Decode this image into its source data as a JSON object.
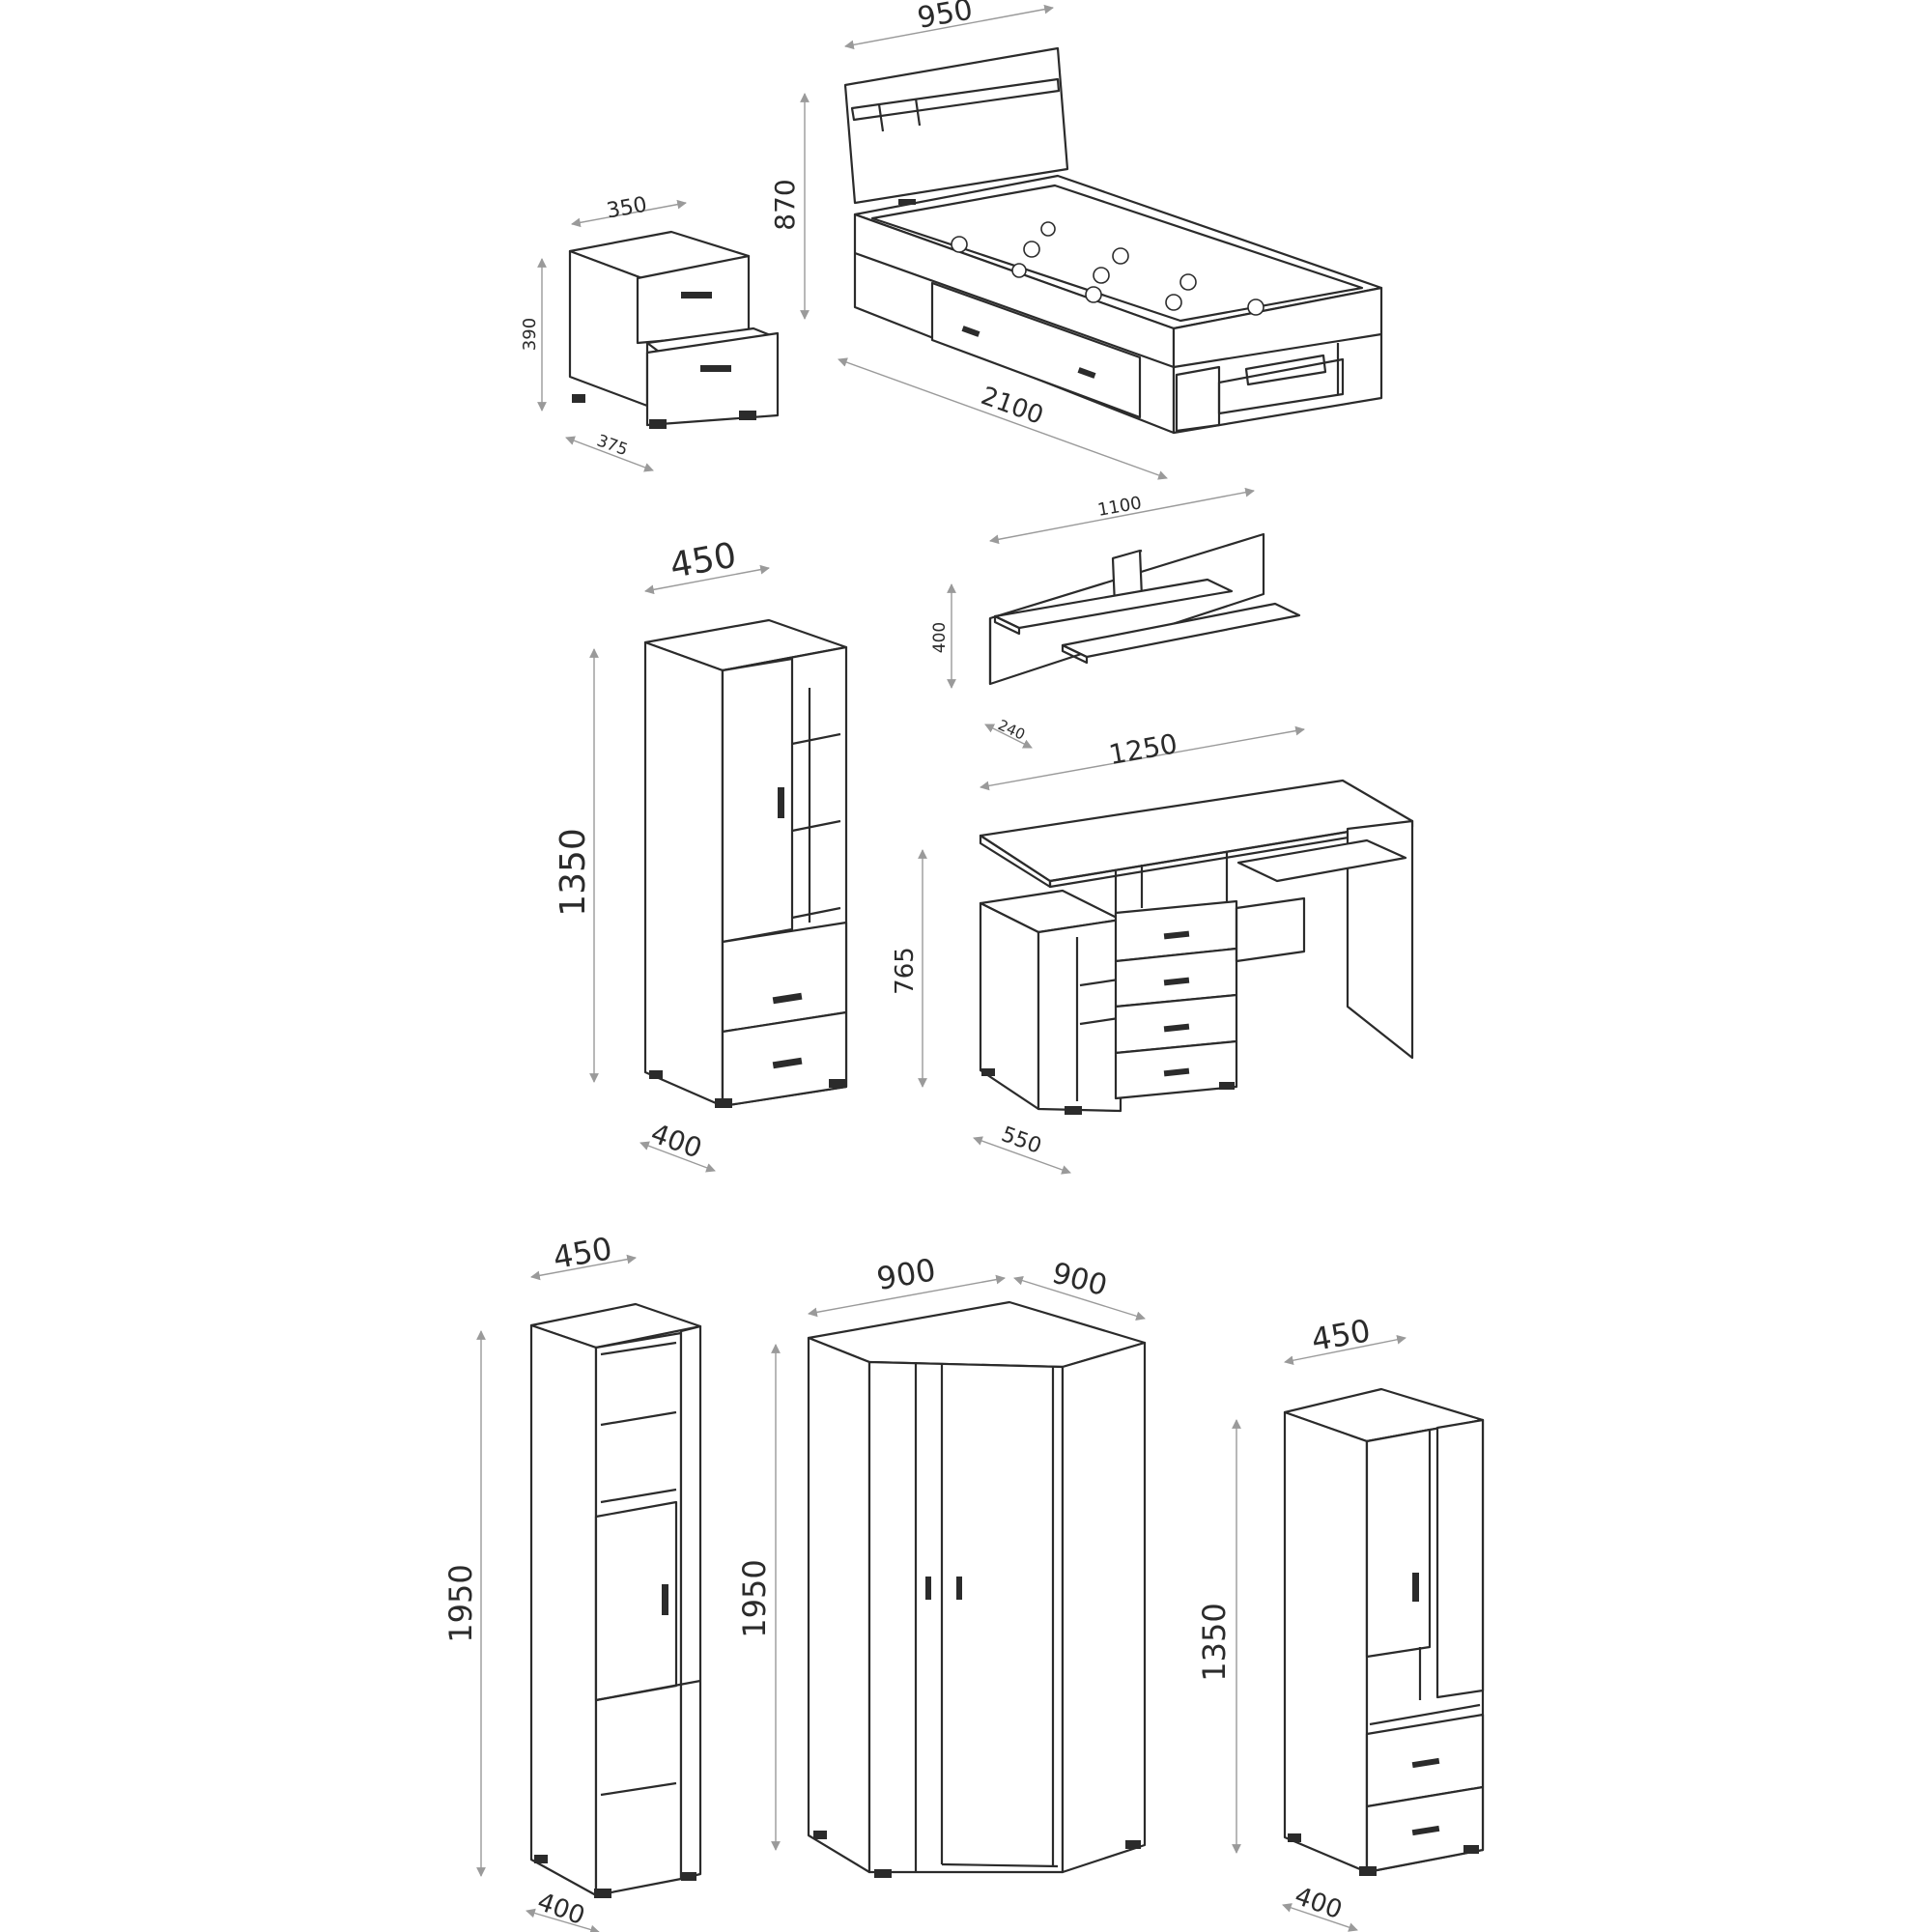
{
  "colors": {
    "line": "#2b2b2b",
    "dimension_line": "#9a9a9a",
    "background": "#ffffff"
  },
  "nightstand": {
    "width": "350",
    "height": "390",
    "depth": "375"
  },
  "bed": {
    "width": "950",
    "height": "870",
    "length": "2100"
  },
  "wall_shelf": {
    "width": "1100",
    "height": "400",
    "depth": "240"
  },
  "tall_cabinet": {
    "width": "450",
    "height": "1350",
    "depth": "400"
  },
  "desk": {
    "width": "1250",
    "height": "765",
    "depth": "550"
  },
  "bookcase": {
    "width": "450",
    "height": "1950",
    "depth": "400"
  },
  "corner_wardrobe": {
    "width_left": "900",
    "width_right": "900",
    "height": "1950"
  },
  "small_wardrobe": {
    "width": "450",
    "height": "1350",
    "depth": "400"
  }
}
